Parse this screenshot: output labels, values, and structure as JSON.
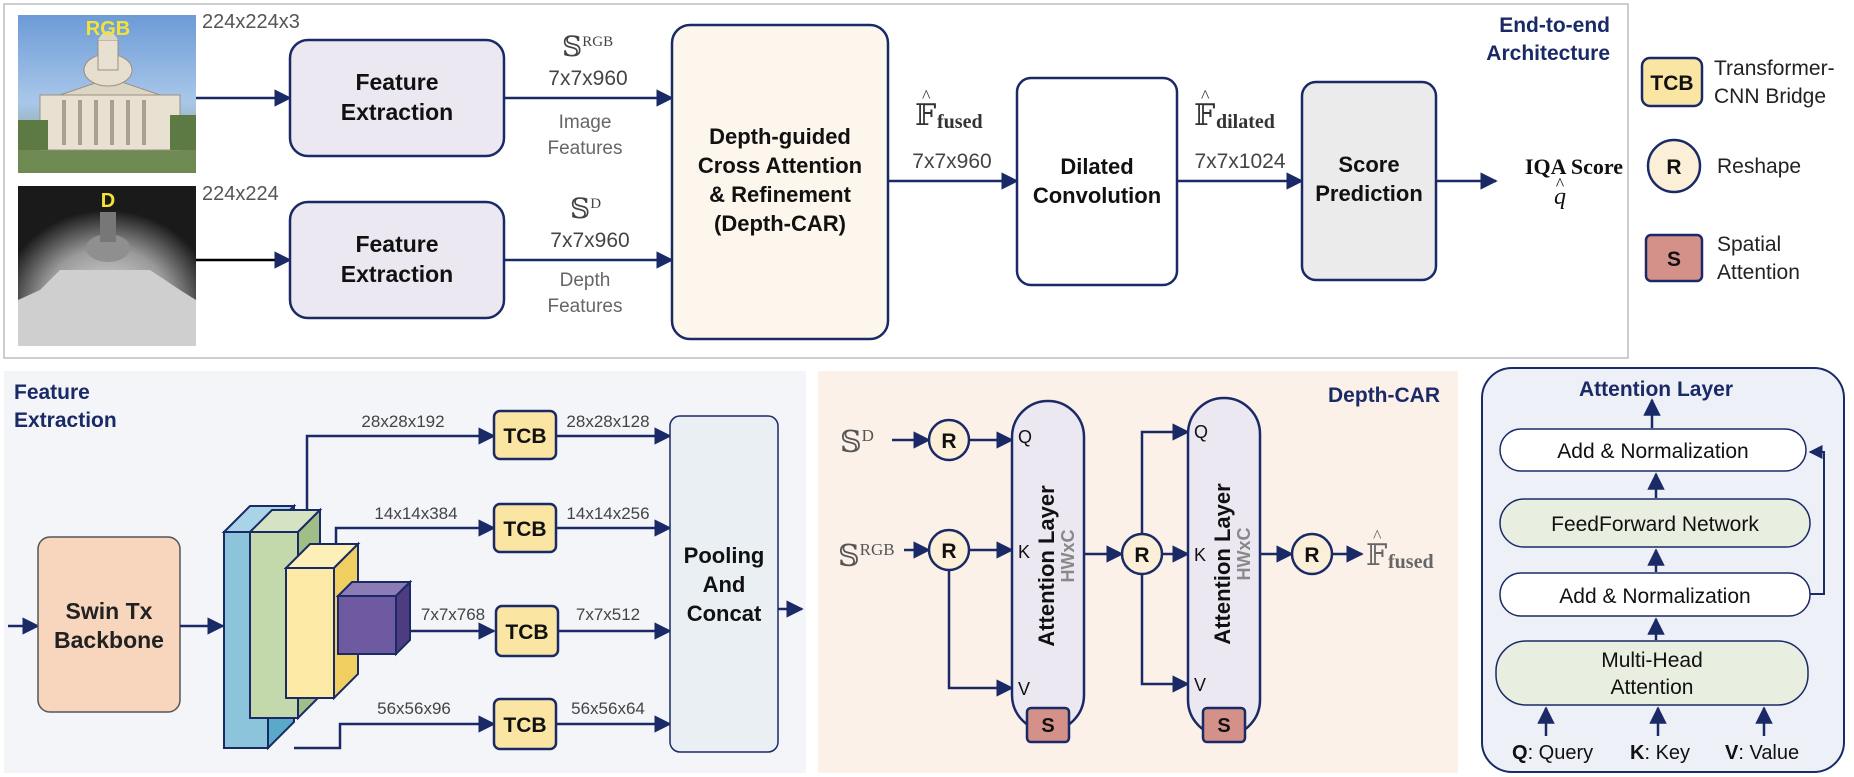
{
  "top": {
    "title_line1": "End-to-end",
    "title_line2": "Architecture",
    "rgb_label": "RGB",
    "depth_label": "D",
    "rgb_dims": "224x224x3",
    "depth_dims": "224x224",
    "feature_extraction_line1": "Feature",
    "feature_extraction_line2": "Extraction",
    "s_rgb_base": "𝕊",
    "s_rgb_sup": "RGB",
    "s_depth_base": "𝕊",
    "s_depth_sup": "D",
    "rgb_feat_dims": "7x7x960",
    "depth_feat_dims": "7x7x960",
    "image_features_line1": "Image",
    "image_features_line2": "Features",
    "depth_features_line1": "Depth",
    "depth_features_line2": "Features",
    "car_line1": "Depth-guided",
    "car_line2": "Cross Attention",
    "car_line3": "& Refinement",
    "car_line4": "(Depth-CAR)",
    "fused_base": "𝔽",
    "fused_sub": "fused",
    "fused_dims": "7x7x960",
    "dilated_line1": "Dilated",
    "dilated_line2": "Convolution",
    "dilated_base": "𝔽",
    "dilated_sub": "dilated",
    "dilated_dims": "7x7x1024",
    "score_line1": "Score",
    "score_line2": "Prediction",
    "iqa_label": "IQA Score",
    "q_hat": "q"
  },
  "legend": {
    "tcb_tag": "TCB",
    "tcb_line1": "Transformer-",
    "tcb_line2": "CNN Bridge",
    "r_tag": "R",
    "r_label": "Reshape",
    "s_tag": "S",
    "s_line1": "Spatial",
    "s_line2": "Attention"
  },
  "feature_extraction": {
    "title_line1": "Feature",
    "title_line2": "Extraction",
    "backbone_line1": "Swin Tx",
    "backbone_line2": "Backbone",
    "tcb_tag": "TCB",
    "branches": [
      {
        "in_dims": "28x28x192",
        "out_dims": "28x28x128"
      },
      {
        "in_dims": "14x14x384",
        "out_dims": "14x14x256"
      },
      {
        "in_dims": "7x7x768",
        "out_dims": "7x7x512"
      },
      {
        "in_dims": "56x56x96",
        "out_dims": "56x56x64"
      }
    ],
    "pool_line1": "Pooling",
    "pool_line2": "And",
    "pool_line3": "Concat"
  },
  "depth_car": {
    "title": "Depth-CAR",
    "s_d_base": "𝕊",
    "s_d_sup": "D",
    "s_rgb_base": "𝕊",
    "s_rgb_sup": "RGB",
    "r_tag": "R",
    "s_tag": "S",
    "q_label": "Q",
    "k_label": "K",
    "v_label": "V",
    "attn_label": "Attention Layer",
    "hwc_label": "HWxC",
    "fused_base": "𝔽",
    "fused_sub": "fused"
  },
  "attention_layer": {
    "title": "Attention Layer",
    "add_norm_top": "Add & Normalization",
    "ffn": "FeedForward Network",
    "add_norm_bottom": "Add & Normalization",
    "mha_line1": "Multi-Head",
    "mha_line2": "Attention",
    "q_key": "Q",
    "q_desc": ": Query",
    "k_key": "K",
    "k_desc": ": Key",
    "v_key": "V",
    "v_desc": ": Value"
  },
  "colors": {
    "navy": "#1a2a66",
    "tcb_fill": "#fbe5a3",
    "reshape_fill": "#fcefd8",
    "spatial_fill": "#d4918a",
    "box_lavender": "#ebe8f2",
    "box_cream": "#fdf6ec",
    "backbone_fill": "#f7d6bd",
    "green_fill": "#e9efe0"
  }
}
